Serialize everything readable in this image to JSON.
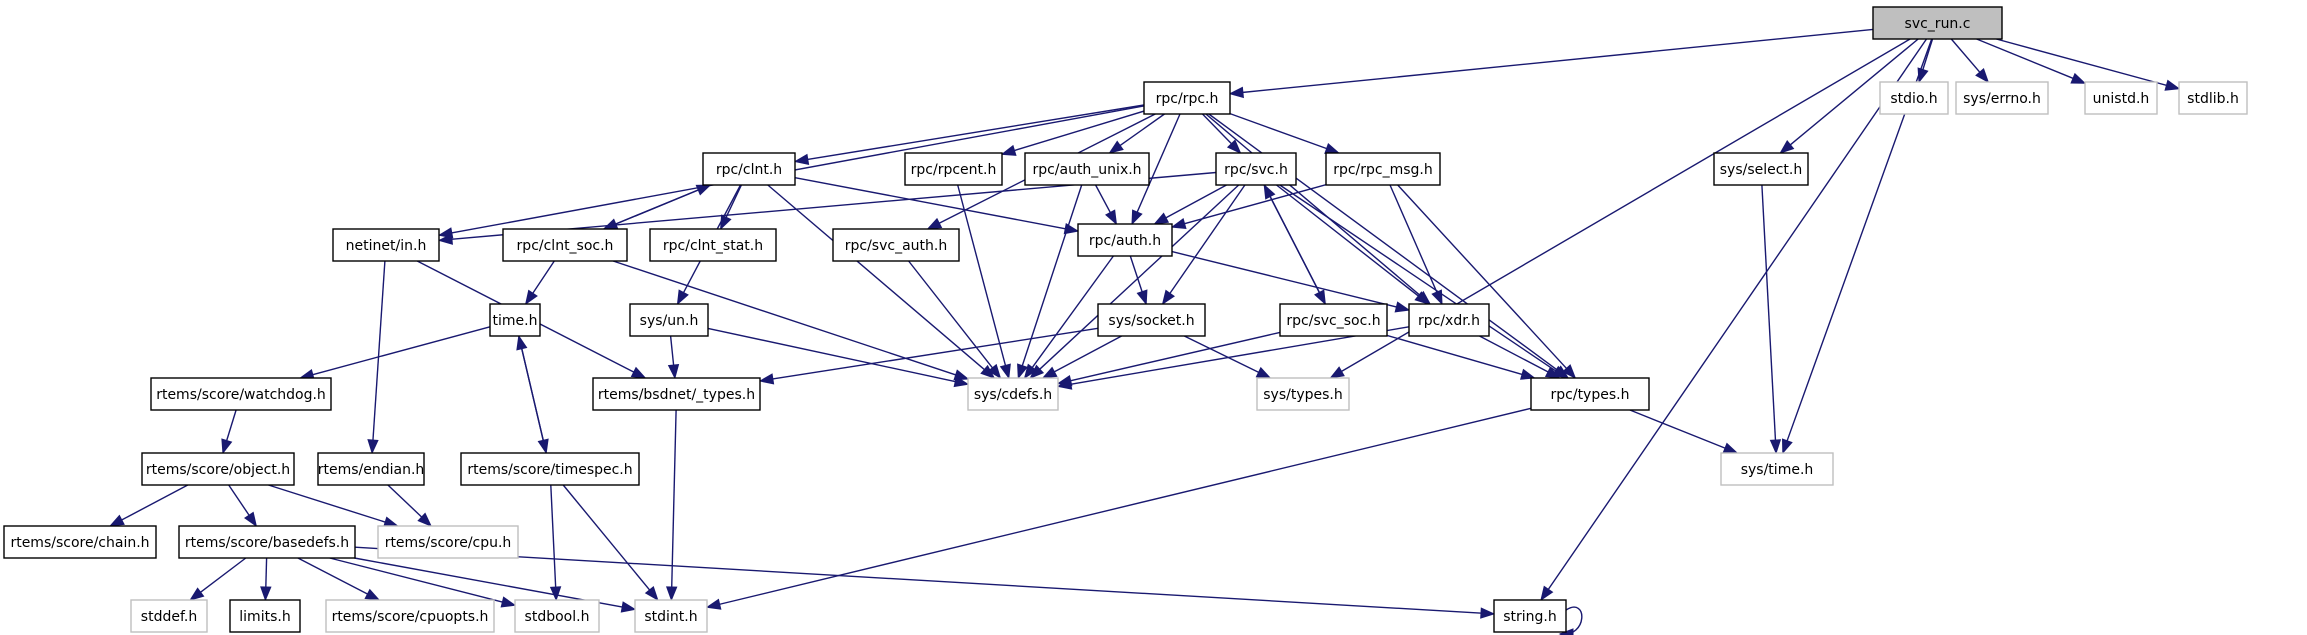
{
  "title": "svc_run.c include dependency graph",
  "colors": {
    "edge": "#191970",
    "root_fill": "#bfbfbf",
    "external_border": "#bfbfbf",
    "node_border": "#000000"
  },
  "nodes": [
    {
      "id": "svc_run_c",
      "label": "svc_run.c",
      "kind": "root"
    },
    {
      "id": "rpc_rpc_h",
      "label": "rpc/rpc.h",
      "kind": "doc"
    },
    {
      "id": "stdio_h",
      "label": "stdio.h",
      "kind": "ext"
    },
    {
      "id": "sys_errno_h",
      "label": "sys/errno.h",
      "kind": "ext"
    },
    {
      "id": "unistd_h",
      "label": "unistd.h",
      "kind": "ext"
    },
    {
      "id": "stdlib_h",
      "label": "stdlib.h",
      "kind": "ext"
    },
    {
      "id": "rpc_clnt_h",
      "label": "rpc/clnt.h",
      "kind": "doc"
    },
    {
      "id": "rpc_rpcent_h",
      "label": "rpc/rpcent.h",
      "kind": "doc"
    },
    {
      "id": "rpc_auth_unix_h",
      "label": "rpc/auth_unix.h",
      "kind": "doc"
    },
    {
      "id": "rpc_svc_h",
      "label": "rpc/svc.h",
      "kind": "doc"
    },
    {
      "id": "rpc_rpc_msg_h",
      "label": "rpc/rpc_msg.h",
      "kind": "doc"
    },
    {
      "id": "sys_select_h",
      "label": "sys/select.h",
      "kind": "doc"
    },
    {
      "id": "netinet_in_h",
      "label": "netinet/in.h",
      "kind": "doc"
    },
    {
      "id": "rpc_clnt_soc_h",
      "label": "rpc/clnt_soc.h",
      "kind": "doc"
    },
    {
      "id": "rpc_clnt_stat_h",
      "label": "rpc/clnt_stat.h",
      "kind": "doc"
    },
    {
      "id": "rpc_svc_auth_h",
      "label": "rpc/svc_auth.h",
      "kind": "doc"
    },
    {
      "id": "rpc_auth_h",
      "label": "rpc/auth.h",
      "kind": "doc"
    },
    {
      "id": "time_h",
      "label": "time.h",
      "kind": "doc"
    },
    {
      "id": "sys_un_h",
      "label": "sys/un.h",
      "kind": "doc"
    },
    {
      "id": "sys_socket_h",
      "label": "sys/socket.h",
      "kind": "doc"
    },
    {
      "id": "rpc_svc_soc_h",
      "label": "rpc/svc_soc.h",
      "kind": "doc"
    },
    {
      "id": "rpc_xdr_h",
      "label": "rpc/xdr.h",
      "kind": "doc"
    },
    {
      "id": "rtems_score_watchdog_h",
      "label": "rtems/score/watchdog.h",
      "kind": "doc"
    },
    {
      "id": "rtems_bsdnet_types_h",
      "label": "rtems/bsdnet/_types.h",
      "kind": "doc"
    },
    {
      "id": "sys_cdefs_h",
      "label": "sys/cdefs.h",
      "kind": "ext"
    },
    {
      "id": "sys_types_h",
      "label": "sys/types.h",
      "kind": "ext"
    },
    {
      "id": "rpc_types_h",
      "label": "rpc/types.h",
      "kind": "doc"
    },
    {
      "id": "rtems_score_object_h",
      "label": "rtems/score/object.h",
      "kind": "doc"
    },
    {
      "id": "rtems_endian_h",
      "label": "rtems/endian.h",
      "kind": "doc"
    },
    {
      "id": "rtems_score_timespec_h",
      "label": "rtems/score/timespec.h",
      "kind": "doc"
    },
    {
      "id": "sys_time_h",
      "label": "sys/time.h",
      "kind": "ext"
    },
    {
      "id": "rtems_score_chain_h",
      "label": "rtems/score/chain.h",
      "kind": "doc"
    },
    {
      "id": "rtems_score_basedefs_h",
      "label": "rtems/score/basedefs.h",
      "kind": "doc"
    },
    {
      "id": "rtems_score_cpu_h",
      "label": "rtems/score/cpu.h",
      "kind": "ext"
    },
    {
      "id": "stddef_h",
      "label": "stddef.h",
      "kind": "ext"
    },
    {
      "id": "limits_h",
      "label": "limits.h",
      "kind": "doc"
    },
    {
      "id": "rtems_score_cpuopts_h",
      "label": "rtems/score/cpuopts.h",
      "kind": "ext"
    },
    {
      "id": "stdbool_h",
      "label": "stdbool.h",
      "kind": "ext"
    },
    {
      "id": "stdint_h",
      "label": "stdint.h",
      "kind": "ext"
    },
    {
      "id": "string_h",
      "label": "string.h",
      "kind": "doc"
    }
  ],
  "edges": [
    [
      "svc_run_c",
      "rpc_rpc_h"
    ],
    [
      "svc_run_c",
      "stdio_h"
    ],
    [
      "svc_run_c",
      "sys_errno_h"
    ],
    [
      "svc_run_c",
      "unistd_h"
    ],
    [
      "svc_run_c",
      "stdlib_h"
    ],
    [
      "svc_run_c",
      "sys_select_h"
    ],
    [
      "svc_run_c",
      "sys_types_h"
    ],
    [
      "svc_run_c",
      "sys_time_h"
    ],
    [
      "svc_run_c",
      "string_h"
    ],
    [
      "rpc_rpc_h",
      "rpc_clnt_h"
    ],
    [
      "rpc_rpc_h",
      "netinet_in_h"
    ],
    [
      "rpc_rpc_h",
      "rpc_rpcent_h"
    ],
    [
      "rpc_rpc_h",
      "rpc_auth_unix_h"
    ],
    [
      "rpc_rpc_h",
      "rpc_svc_h"
    ],
    [
      "rpc_rpc_h",
      "rpc_rpc_msg_h"
    ],
    [
      "rpc_rpc_h",
      "rpc_svc_auth_h"
    ],
    [
      "rpc_rpc_h",
      "rpc_auth_h"
    ],
    [
      "rpc_rpc_h",
      "rpc_xdr_h"
    ],
    [
      "rpc_rpc_h",
      "rpc_types_h"
    ],
    [
      "rpc_clnt_h",
      "rpc_clnt_soc_h"
    ],
    [
      "rpc_clnt_h",
      "rpc_clnt_stat_h"
    ],
    [
      "rpc_clnt_h",
      "rpc_auth_h"
    ],
    [
      "rpc_clnt_h",
      "sys_un_h"
    ],
    [
      "rpc_clnt_h",
      "sys_cdefs_h"
    ],
    [
      "rpc_clnt_soc_h",
      "rpc_clnt_h"
    ],
    [
      "rpc_clnt_soc_h",
      "time_h"
    ],
    [
      "rpc_clnt_soc_h",
      "sys_cdefs_h"
    ],
    [
      "rpc_rpcent_h",
      "sys_cdefs_h"
    ],
    [
      "rpc_auth_unix_h",
      "rpc_auth_h"
    ],
    [
      "rpc_auth_unix_h",
      "sys_cdefs_h"
    ],
    [
      "rpc_svc_h",
      "netinet_in_h"
    ],
    [
      "rpc_svc_h",
      "rpc_auth_h"
    ],
    [
      "rpc_svc_h",
      "sys_socket_h"
    ],
    [
      "rpc_svc_h",
      "rpc_svc_soc_h"
    ],
    [
      "rpc_svc_h",
      "rpc_xdr_h"
    ],
    [
      "rpc_svc_h",
      "sys_cdefs_h"
    ],
    [
      "rpc_svc_h",
      "rpc_types_h"
    ],
    [
      "rpc_svc_soc_h",
      "rpc_svc_h"
    ],
    [
      "rpc_svc_soc_h",
      "sys_cdefs_h"
    ],
    [
      "rpc_svc_soc_h",
      "rpc_types_h"
    ],
    [
      "rpc_rpc_msg_h",
      "rpc_auth_h"
    ],
    [
      "rpc_rpc_msg_h",
      "rpc_xdr_h"
    ],
    [
      "rpc_rpc_msg_h",
      "rpc_types_h"
    ],
    [
      "rpc_svc_auth_h",
      "sys_cdefs_h"
    ],
    [
      "rpc_auth_h",
      "sys_socket_h"
    ],
    [
      "rpc_auth_h",
      "rpc_xdr_h"
    ],
    [
      "rpc_auth_h",
      "sys_cdefs_h"
    ],
    [
      "sys_socket_h",
      "sys_cdefs_h"
    ],
    [
      "sys_socket_h",
      "sys_types_h"
    ],
    [
      "sys_socket_h",
      "rtems_bsdnet_types_h"
    ],
    [
      "rpc_xdr_h",
      "sys_cdefs_h"
    ],
    [
      "rpc_xdr_h",
      "rpc_types_h"
    ],
    [
      "netinet_in_h",
      "rtems_endian_h"
    ],
    [
      "netinet_in_h",
      "rtems_bsdnet_types_h"
    ],
    [
      "sys_select_h",
      "sys_time_h"
    ],
    [
      "time_h",
      "rtems_score_watchdog_h"
    ],
    [
      "time_h",
      "rtems_score_timespec_h"
    ],
    [
      "rtems_score_timespec_h",
      "time_h"
    ],
    [
      "rtems_score_timespec_h",
      "stdbool_h"
    ],
    [
      "rtems_score_timespec_h",
      "stdint_h"
    ],
    [
      "sys_un_h",
      "rtems_bsdnet_types_h"
    ],
    [
      "sys_un_h",
      "sys_cdefs_h"
    ],
    [
      "rtems_bsdnet_types_h",
      "stdint_h"
    ],
    [
      "rpc_types_h",
      "sys_time_h"
    ],
    [
      "rpc_types_h",
      "stdint_h"
    ],
    [
      "rtems_score_watchdog_h",
      "rtems_score_object_h"
    ],
    [
      "rtems_score_object_h",
      "rtems_score_chain_h"
    ],
    [
      "rtems_score_object_h",
      "rtems_score_basedefs_h"
    ],
    [
      "rtems_score_object_h",
      "rtems_score_cpu_h"
    ],
    [
      "rtems_endian_h",
      "rtems_score_cpu_h"
    ],
    [
      "rtems_score_basedefs_h",
      "stddef_h"
    ],
    [
      "rtems_score_basedefs_h",
      "limits_h"
    ],
    [
      "rtems_score_basedefs_h",
      "rtems_score_cpuopts_h"
    ],
    [
      "rtems_score_basedefs_h",
      "stdbool_h"
    ],
    [
      "rtems_score_basedefs_h",
      "stdint_h"
    ],
    [
      "rtems_score_basedefs_h",
      "string_h"
    ],
    [
      "string_h",
      "string_h"
    ]
  ]
}
